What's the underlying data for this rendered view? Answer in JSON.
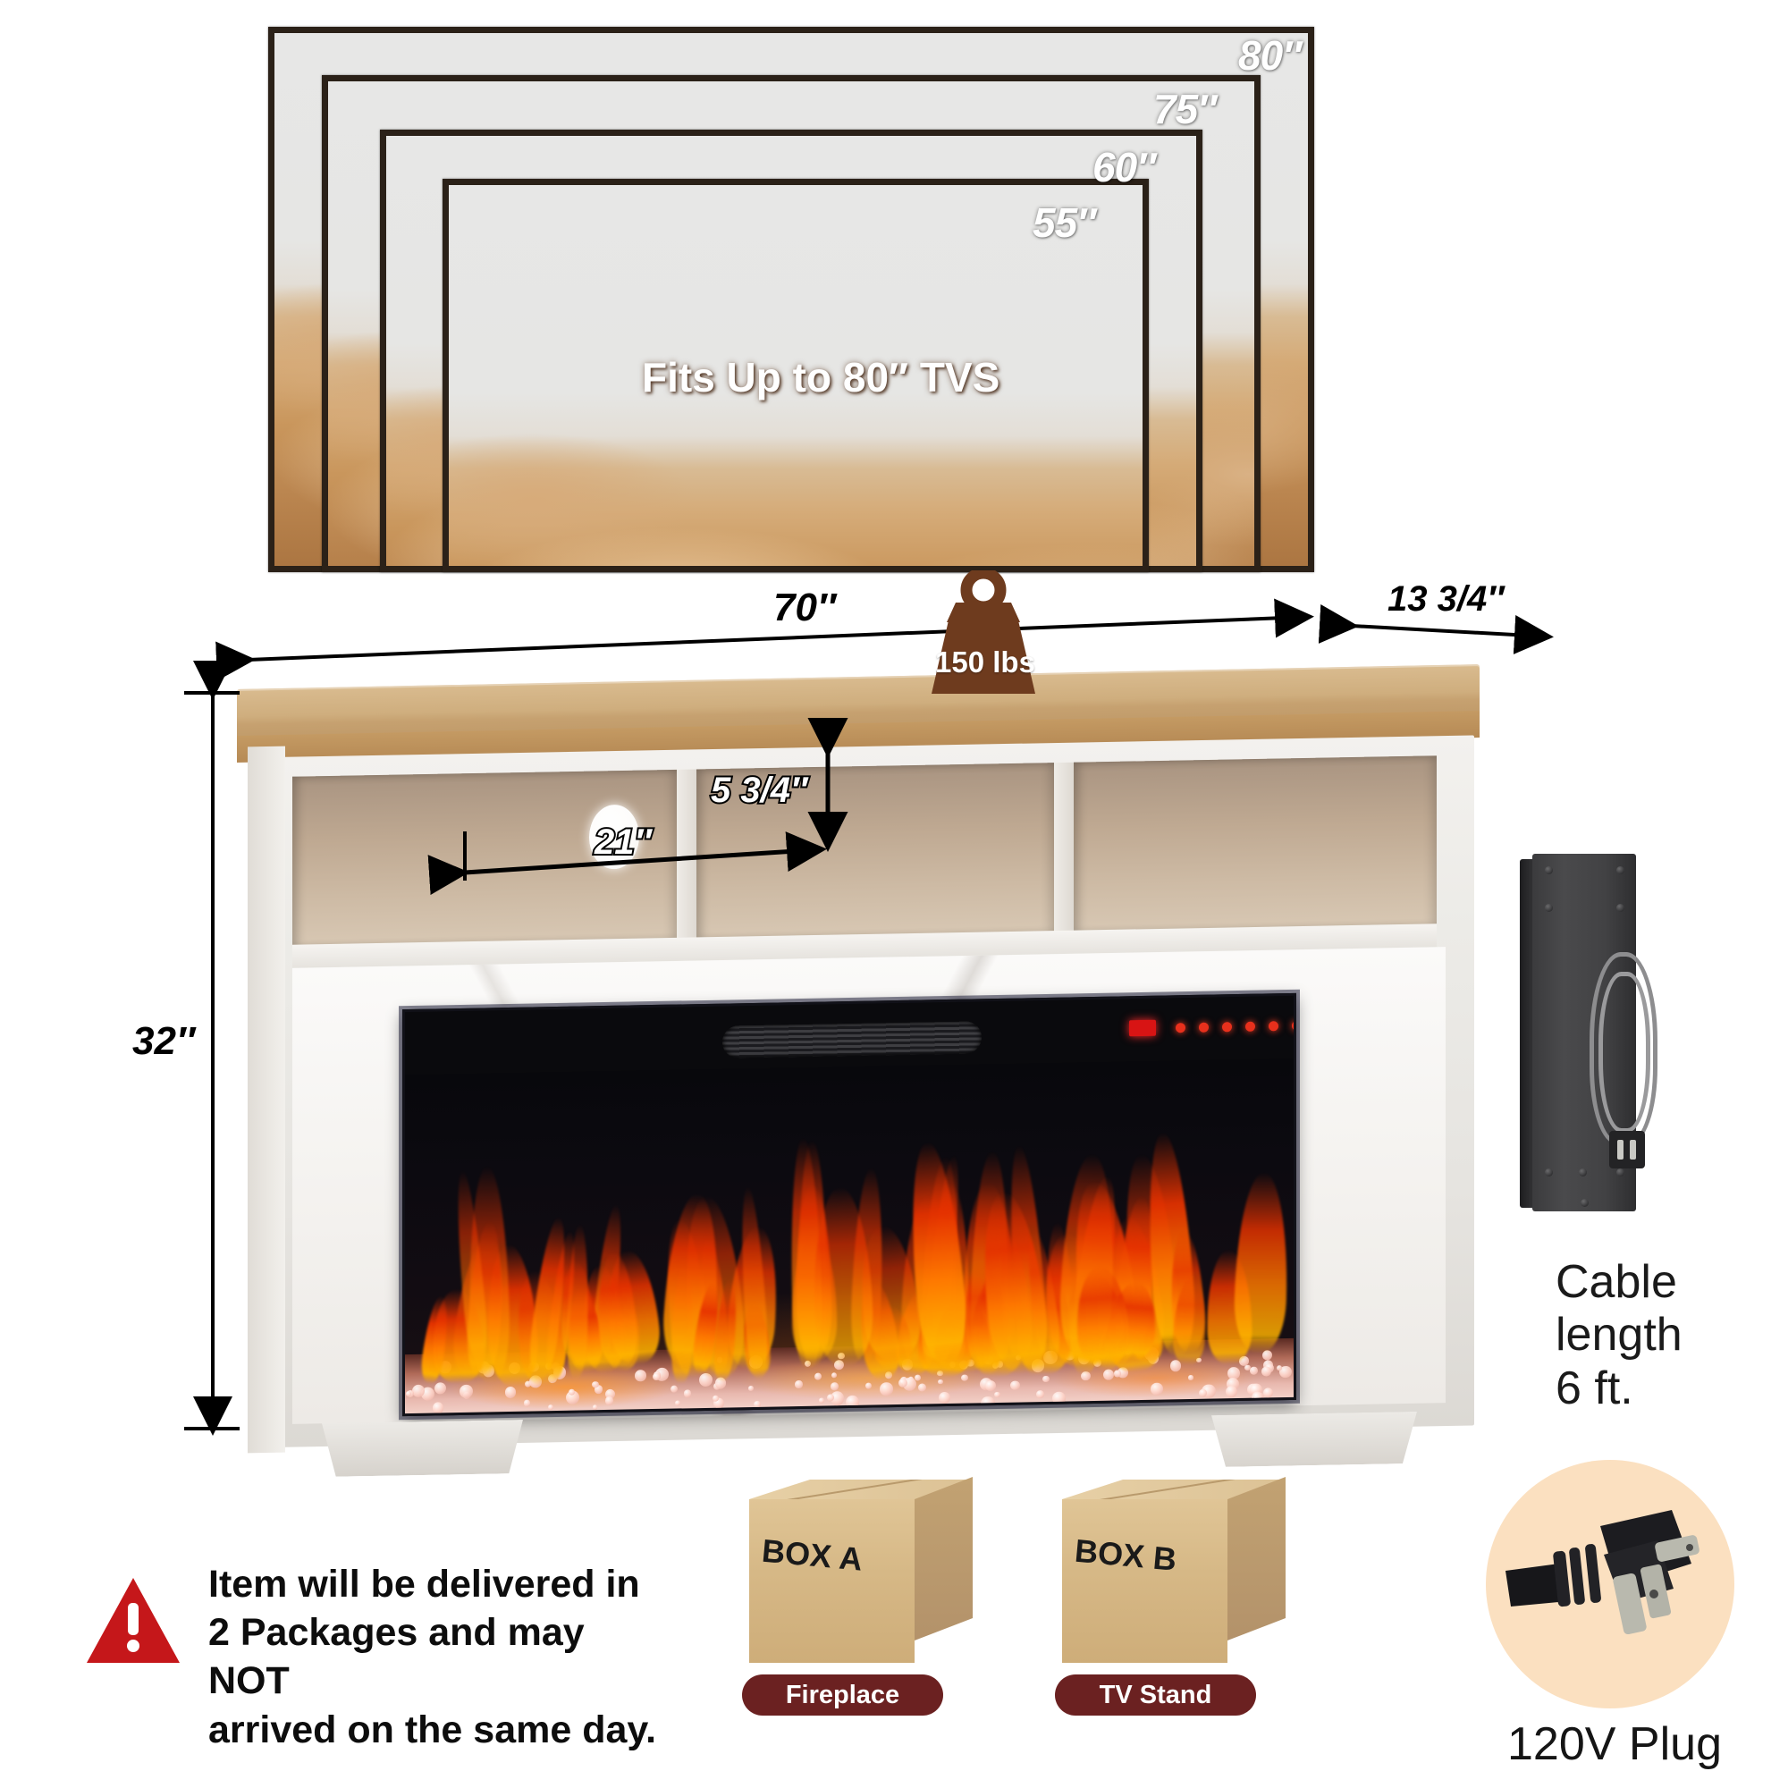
{
  "tv_compatibility": {
    "headline": "Fits Up to 80″ TVS",
    "sizes": [
      {
        "label": "80″"
      },
      {
        "label": "75″"
      },
      {
        "label": "60″"
      },
      {
        "label": "55″"
      }
    ]
  },
  "dimensions": {
    "width": "70″",
    "depth": "13 3/4″",
    "height": "32″",
    "shelf_height": "5 3/4″",
    "shelf_width": "21″"
  },
  "weight_capacity": {
    "value": "150 lbs",
    "icon": "weight-icon"
  },
  "cable": {
    "caption_line1": "Cable",
    "caption_line2": "length",
    "caption_line3": "6 ft."
  },
  "shipping_notice": {
    "icon": "warning-triangle-icon",
    "line1": "Item will be delivered in",
    "line2": "2 Packages and may NOT",
    "line3": "arrived on the same day."
  },
  "packages": [
    {
      "box_label": "BOX A",
      "contents": "Fireplace"
    },
    {
      "box_label": "BOX B",
      "contents": "TV Stand"
    }
  ],
  "power": {
    "caption": "120V Plug",
    "icon": "power-plug-icon"
  },
  "colors": {
    "accent_pill": "#6b2121",
    "warning_red": "#c5171a",
    "plug_circle_bg": "#fbe0c0",
    "weight_badge": "#6e3b1e",
    "wood_top": "#cfae7e",
    "cabinet_white": "#f1efeb",
    "flame_orange": "#ff7a00",
    "led_red": "#e8301c"
  }
}
